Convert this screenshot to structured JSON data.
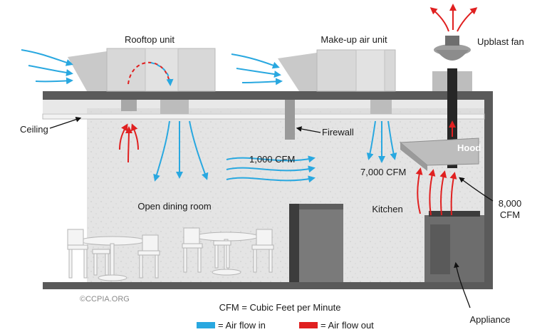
{
  "labels": {
    "rooftop_unit": "Rooftop unit",
    "makeup_air_unit": "Make-up air unit",
    "upblast_fan": "Upblast fan",
    "ceiling": "Ceiling",
    "firewall": "Firewall",
    "hood": "Hood",
    "cfm_1000": "1,000 CFM",
    "cfm_7000": "7,000 CFM",
    "cfm_8000_line1": "8,000",
    "cfm_8000_line2": "CFM",
    "open_dining_room": "Open dining room",
    "kitchen": "Kitchen",
    "copyright": "©CCPIA.ORG",
    "cfm_definition": "CFM  = Cubic Feet per Minute",
    "appliance": "Appliance"
  },
  "legend": [
    {
      "label": "= Air flow in",
      "color": "#29a8e0"
    },
    {
      "label": "= Air flow out",
      "color": "#e02020"
    }
  ],
  "colors": {
    "air_in": "#29a8e0",
    "air_out": "#e02020",
    "structure": "#5a5a5a",
    "wall": "#e6e6e6",
    "unit": "#d4d4d4"
  }
}
